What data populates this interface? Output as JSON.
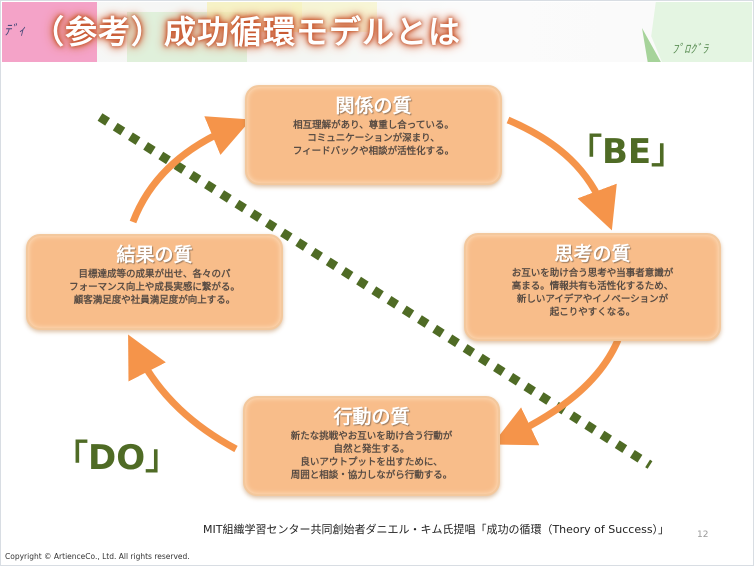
{
  "header": {
    "title": "（参考）成功循環モデルとは",
    "scribble_left": "ﾃﾞｨ",
    "scribble_right": "ﾌﾟﾛｸﾞﾗ"
  },
  "cycle": {
    "relationship": {
      "title": "関係の質",
      "body": "相互理解があり、尊重し合っている。\nコミュニケーションが深まり、\nフィードバックや相談が活性化する。"
    },
    "thinking": {
      "title": "思考の質",
      "body": "お互いを助け合う思考や当事者意識が\n高まる。情報共有も活性化するため、\n新しいアイデアやイノベーションが\n起こりやすくなる。"
    },
    "action": {
      "title": "行動の質",
      "body": "新たな挑戦やお互いを助け合う行動が\n自然と発生する。\n良いアウトプットを出すために、\n周囲と相談・協力しながら行動する。"
    },
    "result": {
      "title": "結果の質",
      "body": "目標達成等の成果が出せ、各々のパ\nフォーマンス向上や成長実感に繋がる。\n顧客満足度や社員満足度が向上する。"
    }
  },
  "labels": {
    "be": "「BE」",
    "do": "「DO」"
  },
  "colors": {
    "box_fill": "#f8bd8a",
    "arrow": "#f5944a",
    "divider": "#4f6b25",
    "title_glow": "#c5532b"
  },
  "footer": {
    "source": "MIT組織学習センター共同創始者ダニエル・キム氏提唱「成功の循環（Theory of Success）」",
    "page_number": "12",
    "copyright": "Copyright © ArtienceCo., Ltd. All rights reserved."
  }
}
